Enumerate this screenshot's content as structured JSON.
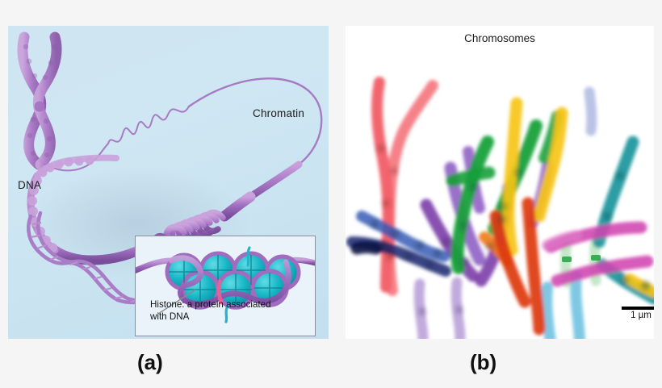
{
  "figure": {
    "background_color": "#f5f5f5",
    "panel_a_letter": "(a)",
    "panel_b_letter": "(b)"
  },
  "panel_a": {
    "name": "chromatin-packaging-diagram",
    "background_color": "#cfe6f2",
    "labels": {
      "chromatin": "Chromatin",
      "dna": "DNA"
    },
    "structures": [
      {
        "name": "metaphase-chromosome",
        "color": "#b07fc0",
        "description": "X-shaped duplicated chromosome with two sister chromatids"
      },
      {
        "name": "chromatin-fiber-coil",
        "color": "#9b6fb8",
        "description": "Solenoid coil of 30 nm chromatin fiber"
      },
      {
        "name": "nucleosome-beads",
        "color": "#c49ad6",
        "description": "Beads-on-a-string nucleosome array"
      },
      {
        "name": "dna-double-helix",
        "color": "#b07fc0",
        "description": "DNA double helix"
      }
    ],
    "inset": {
      "name": "histone-inset",
      "caption_line_1": "Histone: a protein associated",
      "caption_line_2": "with DNA",
      "histone_color": "#1eb9c4",
      "dna_color": "#a06cc0",
      "tail_color": "#22b5c9",
      "border_color": "#8a8f99",
      "histone_count": 7
    }
  },
  "panel_b": {
    "name": "spectral-karyotype-micrograph",
    "title": "Chromosomes",
    "background_color": "#ffffff",
    "scale_bar": {
      "label": "1 µm",
      "color": "#000000"
    },
    "chromosome_paints": [
      {
        "label": "red",
        "hex": "#ef3f4a"
      },
      {
        "label": "pink-red",
        "hex": "#f4626b"
      },
      {
        "label": "purple",
        "hex": "#7b3fa8"
      },
      {
        "label": "violet",
        "hex": "#8e5fc4"
      },
      {
        "label": "light-lavender",
        "hex": "#a98ad0"
      },
      {
        "label": "blue",
        "hex": "#2f57b5"
      },
      {
        "label": "dark-navy",
        "hex": "#16246e"
      },
      {
        "label": "pale-blue-violet",
        "hex": "#8f9ed6"
      },
      {
        "label": "light-blue",
        "hex": "#58b9dd"
      },
      {
        "label": "green",
        "hex": "#18a03a"
      },
      {
        "label": "pale-green",
        "hex": "#9fd8a8"
      },
      {
        "label": "teal",
        "hex": "#0f8f96"
      },
      {
        "label": "yellow",
        "hex": "#f6c413"
      },
      {
        "label": "orange",
        "hex": "#ef7a14"
      },
      {
        "label": "orange-red",
        "hex": "#de3a11"
      },
      {
        "label": "magenta",
        "hex": "#d043b0"
      },
      {
        "label": "pink-magenta",
        "hex": "#e07ac8"
      }
    ],
    "chromosome_count": 25
  }
}
